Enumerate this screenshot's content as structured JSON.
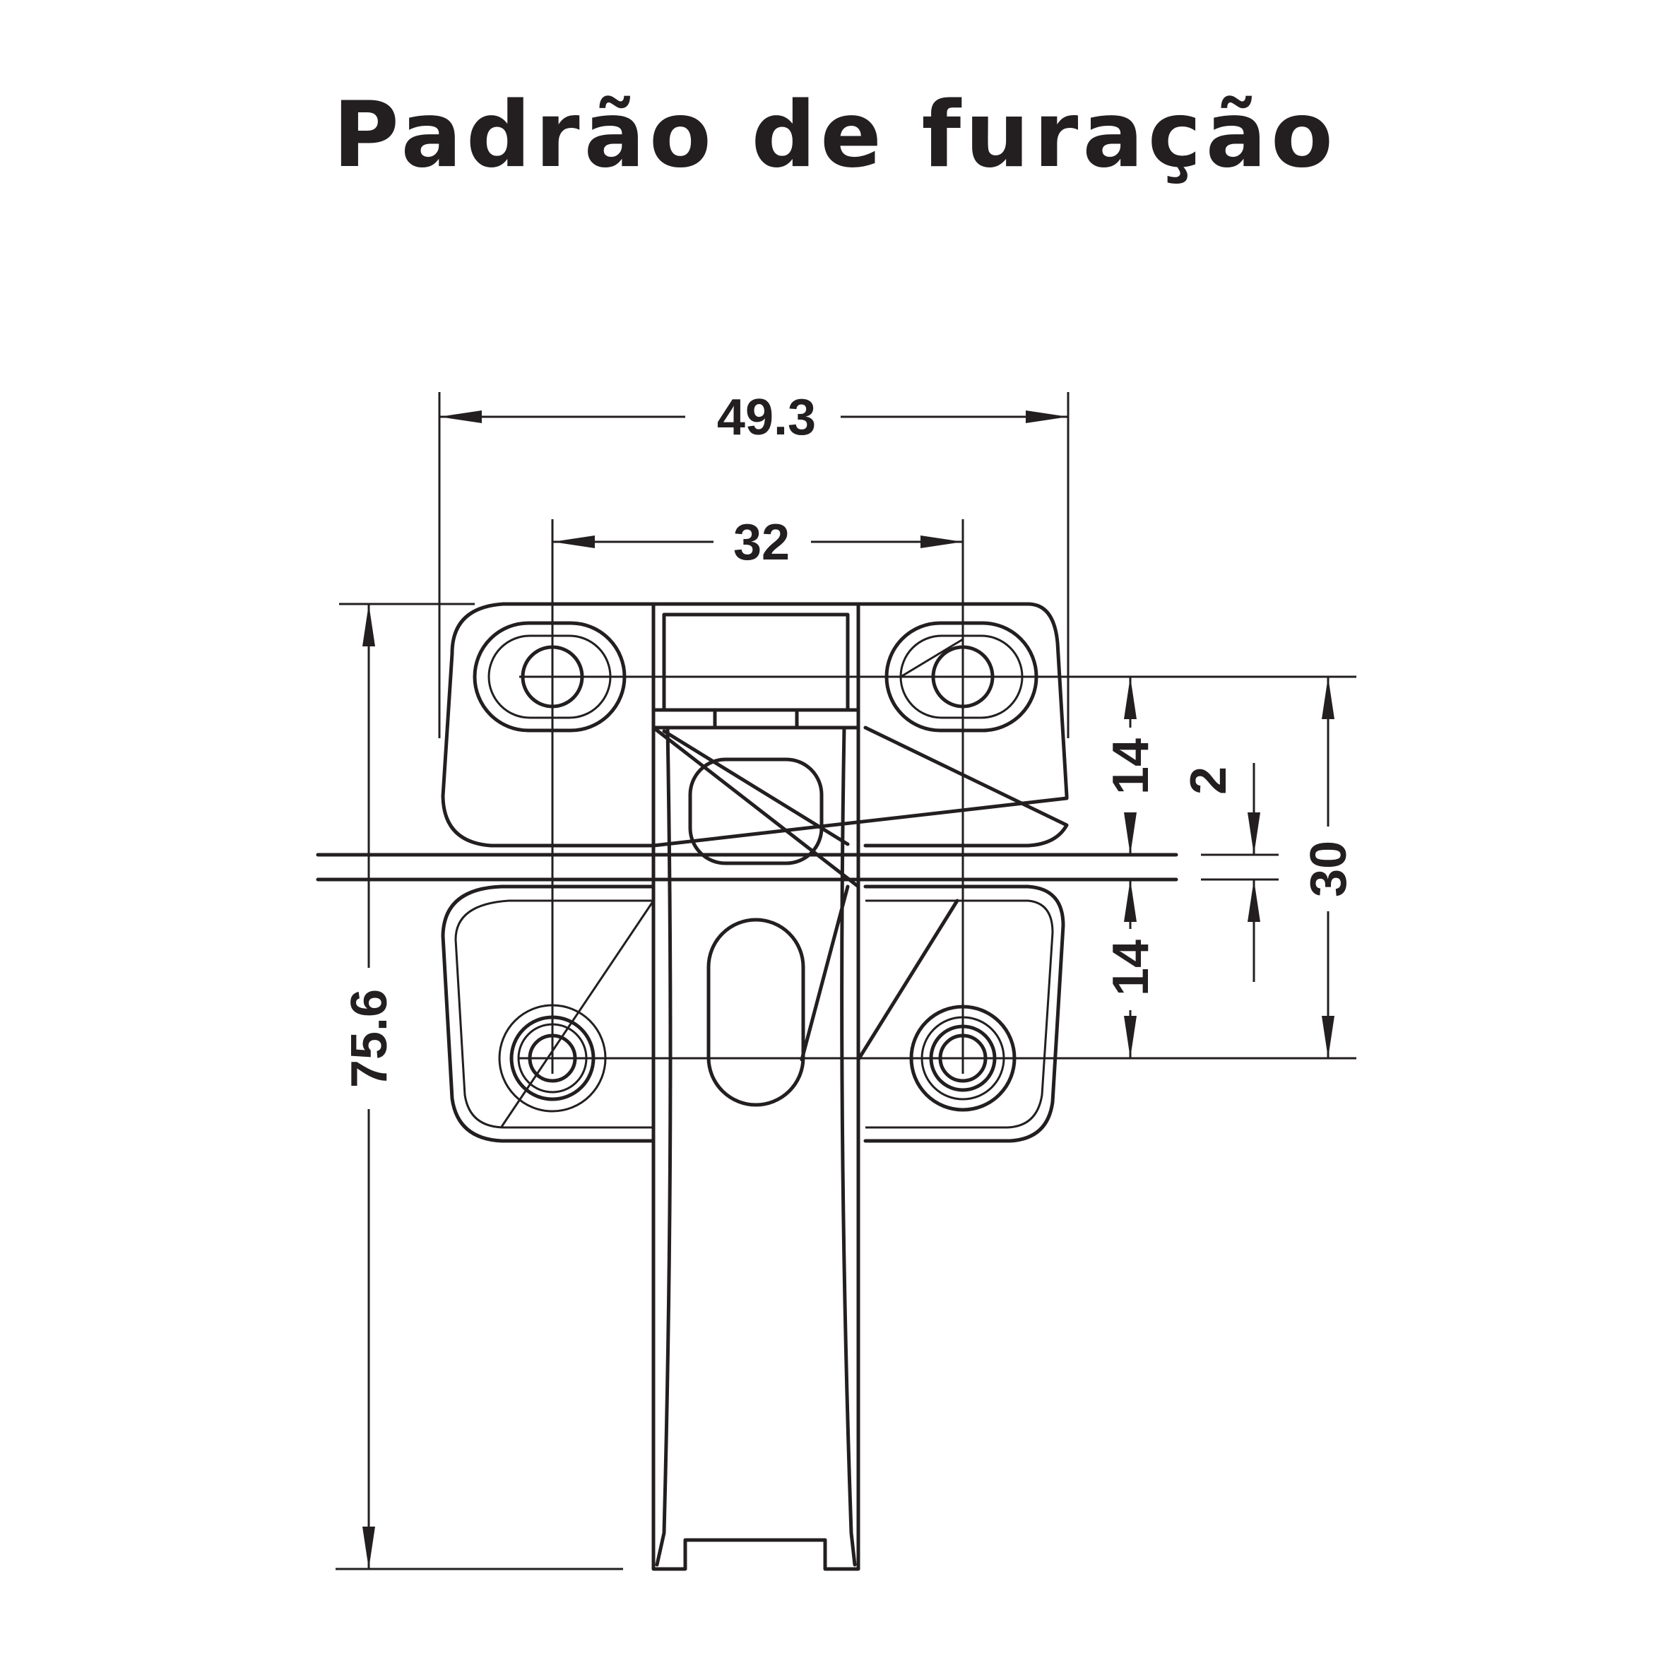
{
  "title": "Padrão de furação",
  "colors": {
    "line": "#231f20",
    "background": "#ffffff"
  },
  "dimensions": {
    "overall_width": "49.3",
    "hole_spacing": "32",
    "overall_height": "75.6",
    "upper_offset": "14",
    "lower_offset": "14",
    "gap": "2",
    "hole_row_spacing": "30"
  }
}
